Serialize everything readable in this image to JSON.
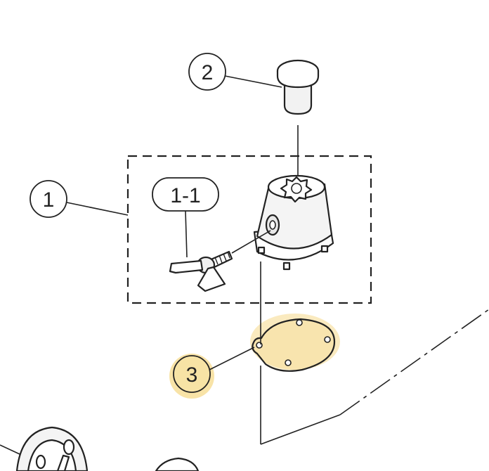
{
  "callouts": {
    "part_1": "1",
    "part_1_1": "1-1",
    "part_2": "2",
    "part_3": "3"
  },
  "colors": {
    "highlight": "#f5d98a",
    "line": "#222222",
    "part_fill": "#ffffff",
    "part_shade": "#e8e8e8"
  },
  "icons": {
    "part_2": "plug-cap-icon",
    "part_1_body": "blender-coupling-base-icon",
    "part_1_1": "wing-bolt-icon",
    "part_3": "gasket-plate-icon"
  }
}
